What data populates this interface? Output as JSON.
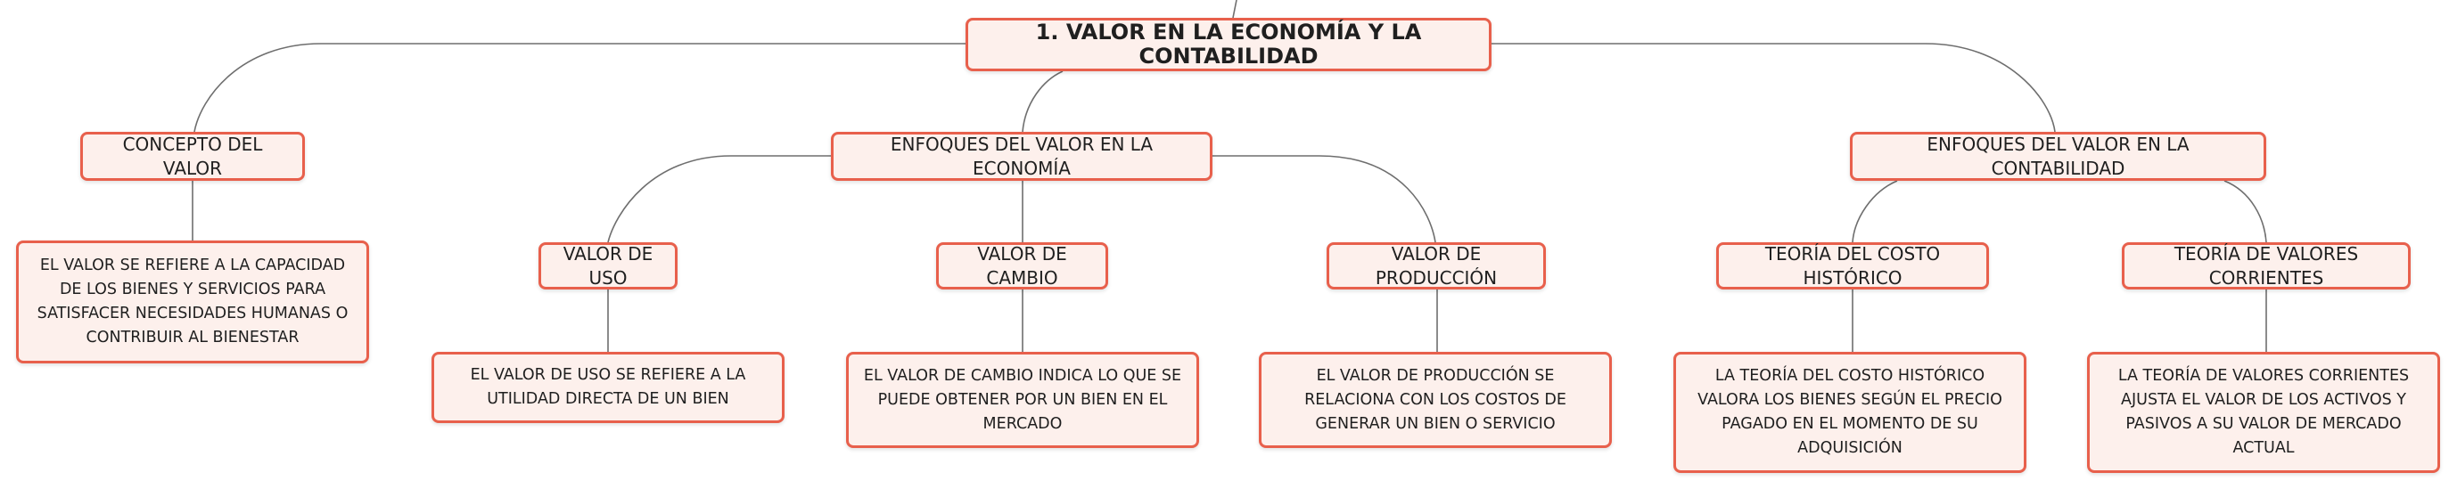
{
  "map": {
    "root": "1. VALOR EN LA ECONOMÍA Y LA CONTABILIDAD",
    "concepto": {
      "title": "CONCEPTO DEL VALOR",
      "desc": "EL VALOR SE REFIERE A LA CAPACIDAD DE LOS BIENES Y SERVICIOS PARA SATISFACER NECESIDADES HUMANAS O CONTRIBUIR AL BIENESTAR"
    },
    "economia": {
      "title": "ENFOQUES DEL VALOR EN LA ECONOMÍA",
      "uso": {
        "title": "VALOR DE USO",
        "desc": "EL VALOR DE USO SE REFIERE A LA UTILIDAD DIRECTA DE UN BIEN"
      },
      "cambio": {
        "title": "VALOR DE CAMBIO",
        "desc": "EL VALOR DE CAMBIO INDICA LO QUE SE PUEDE OBTENER POR UN BIEN EN EL MERCADO"
      },
      "produccion": {
        "title": "VALOR DE PRODUCCIÓN",
        "desc": "EL VALOR DE PRODUCCIÓN SE RELACIONA CON LOS COSTOS DE GENERAR UN BIEN O SERVICIO"
      }
    },
    "contabilidad": {
      "title": "ENFOQUES DEL VALOR EN LA CONTABILIDAD",
      "historico": {
        "title": "TEORÍA DEL COSTO HISTÓRICO",
        "desc": "LA TEORÍA DEL COSTO HISTÓRICO VALORA LOS BIENES SEGÚN EL PRECIO PAGADO EN EL MOMENTO DE SU ADQUISICIÓN"
      },
      "corrientes": {
        "title": "TEORÍA DE VALORES CORRIENTES",
        "desc": "LA TEORÍA DE VALORES CORRIENTES AJUSTA EL VALOR DE LOS ACTIVOS Y PASIVOS A SU VALOR DE MERCADO ACTUAL"
      }
    }
  },
  "colors": {
    "border": "#e8604c",
    "fill": "#fdf0ec",
    "connector": "#6e6e6e"
  }
}
